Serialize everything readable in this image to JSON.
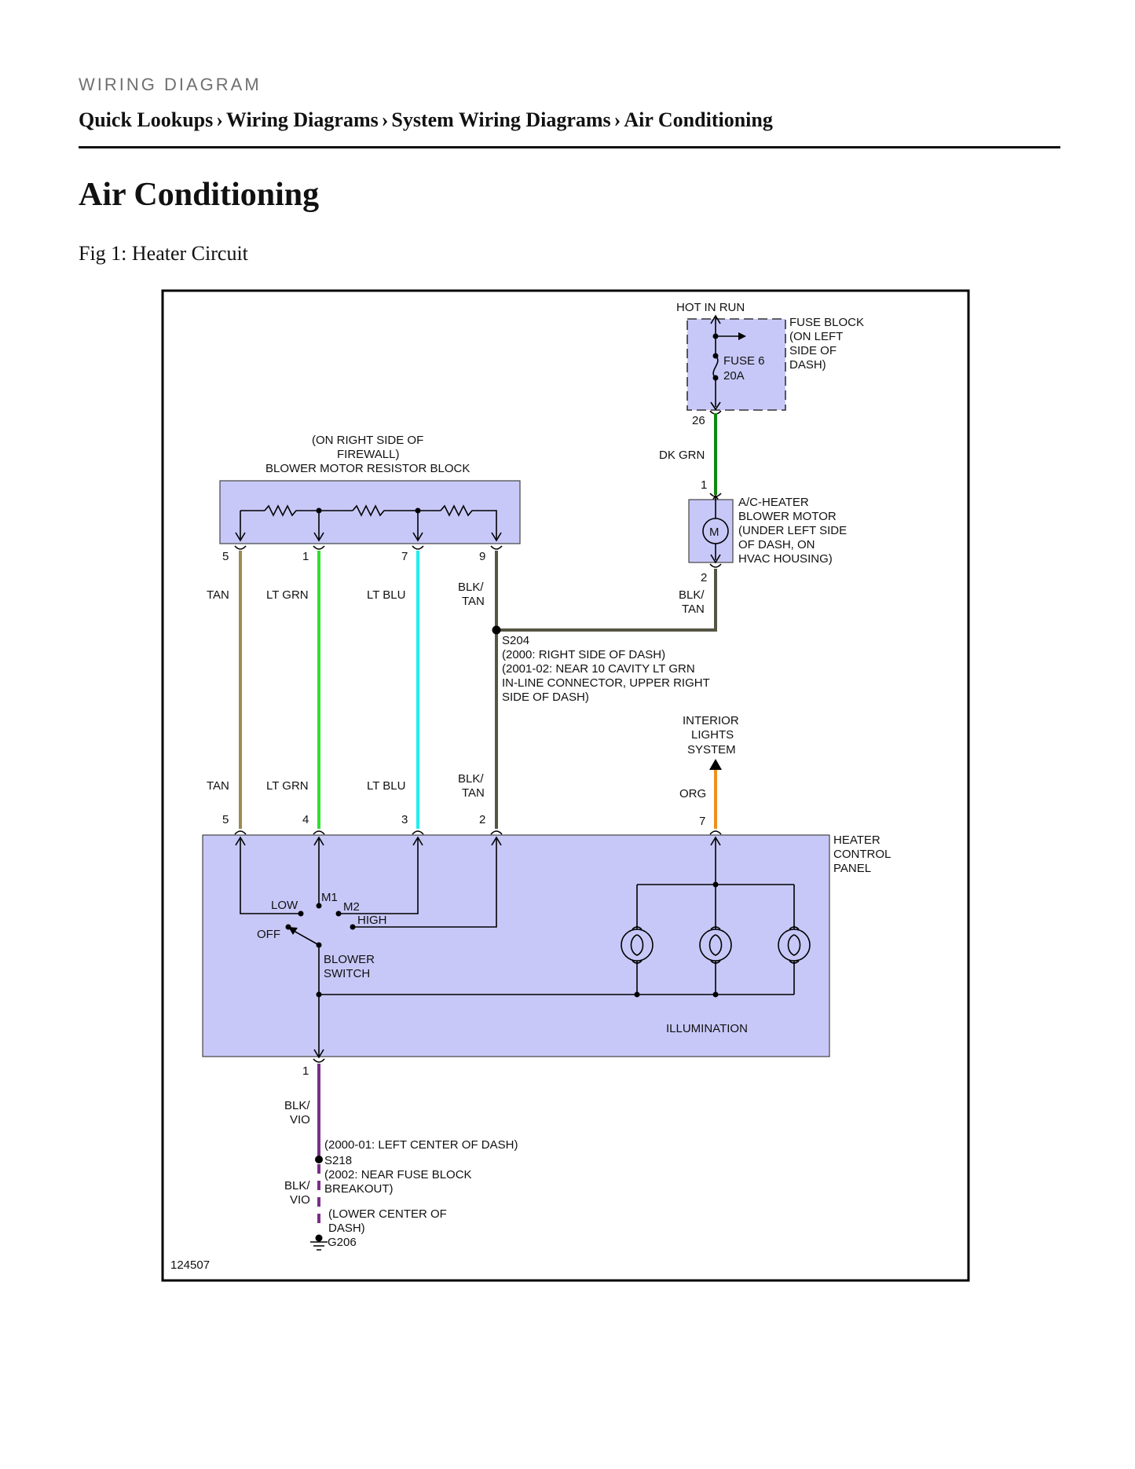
{
  "header": {
    "kicker": "WIRING DIAGRAM",
    "breadcrumb": [
      "Quick Lookups",
      "Wiring Diagrams",
      "System Wiring Diagrams",
      "Air Conditioning"
    ],
    "separator": "›"
  },
  "page_title": "Air Conditioning",
  "figure_caption": "Fig 1: Heater Circuit",
  "diagram": {
    "figure_id": "124507",
    "fuse_block": {
      "supply": "HOT IN RUN",
      "location": [
        "FUSE BLOCK",
        "(ON LEFT",
        "SIDE OF",
        "DASH)"
      ],
      "fuse": "FUSE 6",
      "rating": "20A",
      "pin": "26"
    },
    "blower_motor": {
      "label": [
        "A/C-HEATER",
        "BLOWER MOTOR",
        "(UNDER LEFT SIDE",
        "OF DASH, ON",
        "HVAC HOUSING)"
      ],
      "symbol": "M",
      "pin_in": "1",
      "pin_out": "2"
    },
    "resistor_block": {
      "label": [
        "(ON RIGHT SIDE OF",
        "FIREWALL)",
        "BLOWER MOTOR RESISTOR BLOCK"
      ],
      "pins": [
        "5",
        "1",
        "7",
        "9"
      ]
    },
    "wires": {
      "dk_grn": "DK GRN",
      "tan": "TAN",
      "lt_grn": "LT GRN",
      "lt_blu": "LT BLU",
      "blk_tan": [
        "BLK/",
        "TAN"
      ],
      "org": "ORG",
      "blk_vio": [
        "BLK/",
        "VIO"
      ]
    },
    "wire_colors": {
      "dk_grn": "#118811",
      "tan": "#a08850",
      "lt_grn": "#33dd33",
      "lt_blu": "#22eeee",
      "blk_tan": "#555544",
      "org": "#ee8f1e",
      "blk_vio": "#7a2e88"
    },
    "component_fill": "#c8c8f8",
    "splice_s204": {
      "name": "S204",
      "notes": [
        "(2000: RIGHT SIDE OF DASH)",
        "(2001-02: NEAR 10 CAVITY LT GRN",
        "IN-LINE CONNECTOR, UPPER RIGHT",
        "SIDE OF DASH)"
      ]
    },
    "interior_lights": [
      "INTERIOR",
      "LIGHTS",
      "SYSTEM"
    ],
    "heater_control_panel": {
      "label": [
        "HEATER",
        "CONTROL",
        "PANEL"
      ],
      "pins": [
        "5",
        "4",
        "3",
        "2",
        "7"
      ],
      "switch_positions": {
        "low": "LOW",
        "m1": "M1",
        "m2": "M2",
        "high": "HIGH",
        "off": "OFF"
      },
      "switch_label": [
        "BLOWER",
        "SWITCH"
      ],
      "illumination": "ILLUMINATION",
      "ground_pin": "1"
    },
    "splice_s218": {
      "name": "S218",
      "note_before": "(2000-01: LEFT CENTER OF DASH)",
      "note_after": [
        "(2002: NEAR FUSE BLOCK",
        "BREAKOUT)"
      ]
    },
    "ground_g206": {
      "location": [
        "(LOWER CENTER OF",
        "DASH)"
      ],
      "name": "G206"
    }
  }
}
